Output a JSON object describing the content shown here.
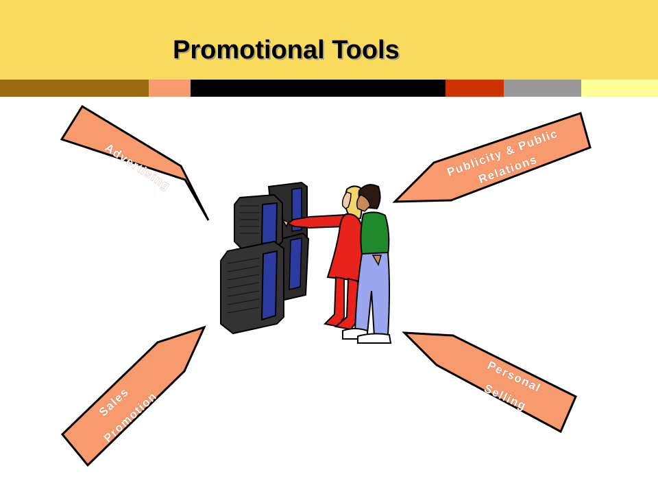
{
  "slide": {
    "title": "Promotional Tools",
    "colors": {
      "header_bg": "#f8da5c",
      "arrow_fill": "#f79a6e",
      "arrow_outline": "#000000",
      "arrow_text": "#ffffff"
    },
    "stripe_colors": [
      "#9c6a10",
      "#f79a6e",
      "#000000",
      "#cc3300",
      "#999999",
      "#ffff99"
    ],
    "arrows": {
      "advertising": {
        "line1": "Advertising"
      },
      "publicity": {
        "line1": "Publicity & Public",
        "line2": "Relations"
      },
      "sales_promotion": {
        "line1": "Sales",
        "line2": "Promotion"
      },
      "personal_selling": {
        "line1": "Personal",
        "line2": "Selling"
      }
    },
    "illustration": {
      "icon": "couple-watching-tv-wall-icon"
    }
  }
}
